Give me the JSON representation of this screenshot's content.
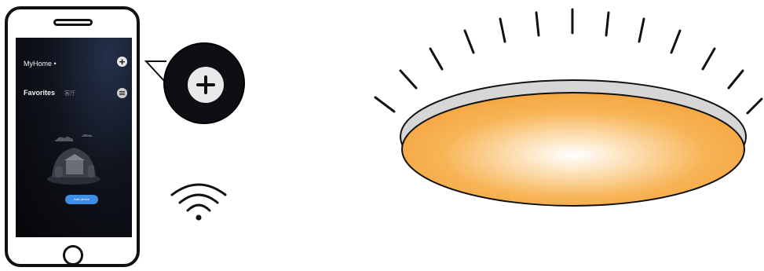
{
  "phone_app": {
    "home_title": "MyHome •",
    "favorites_tab": "Favorites",
    "room_tab": "客厅",
    "add_device_button": "Add device",
    "add_icon": "plus-icon",
    "menu_icon": "menu-icon"
  },
  "callout": {
    "icon": "plus-icon"
  },
  "wifi": {
    "icon": "wifi-icon"
  },
  "lamp": {
    "icon": "ceiling-light",
    "glow_color": "#f5a742",
    "rim_color": "#d6d6d6"
  }
}
